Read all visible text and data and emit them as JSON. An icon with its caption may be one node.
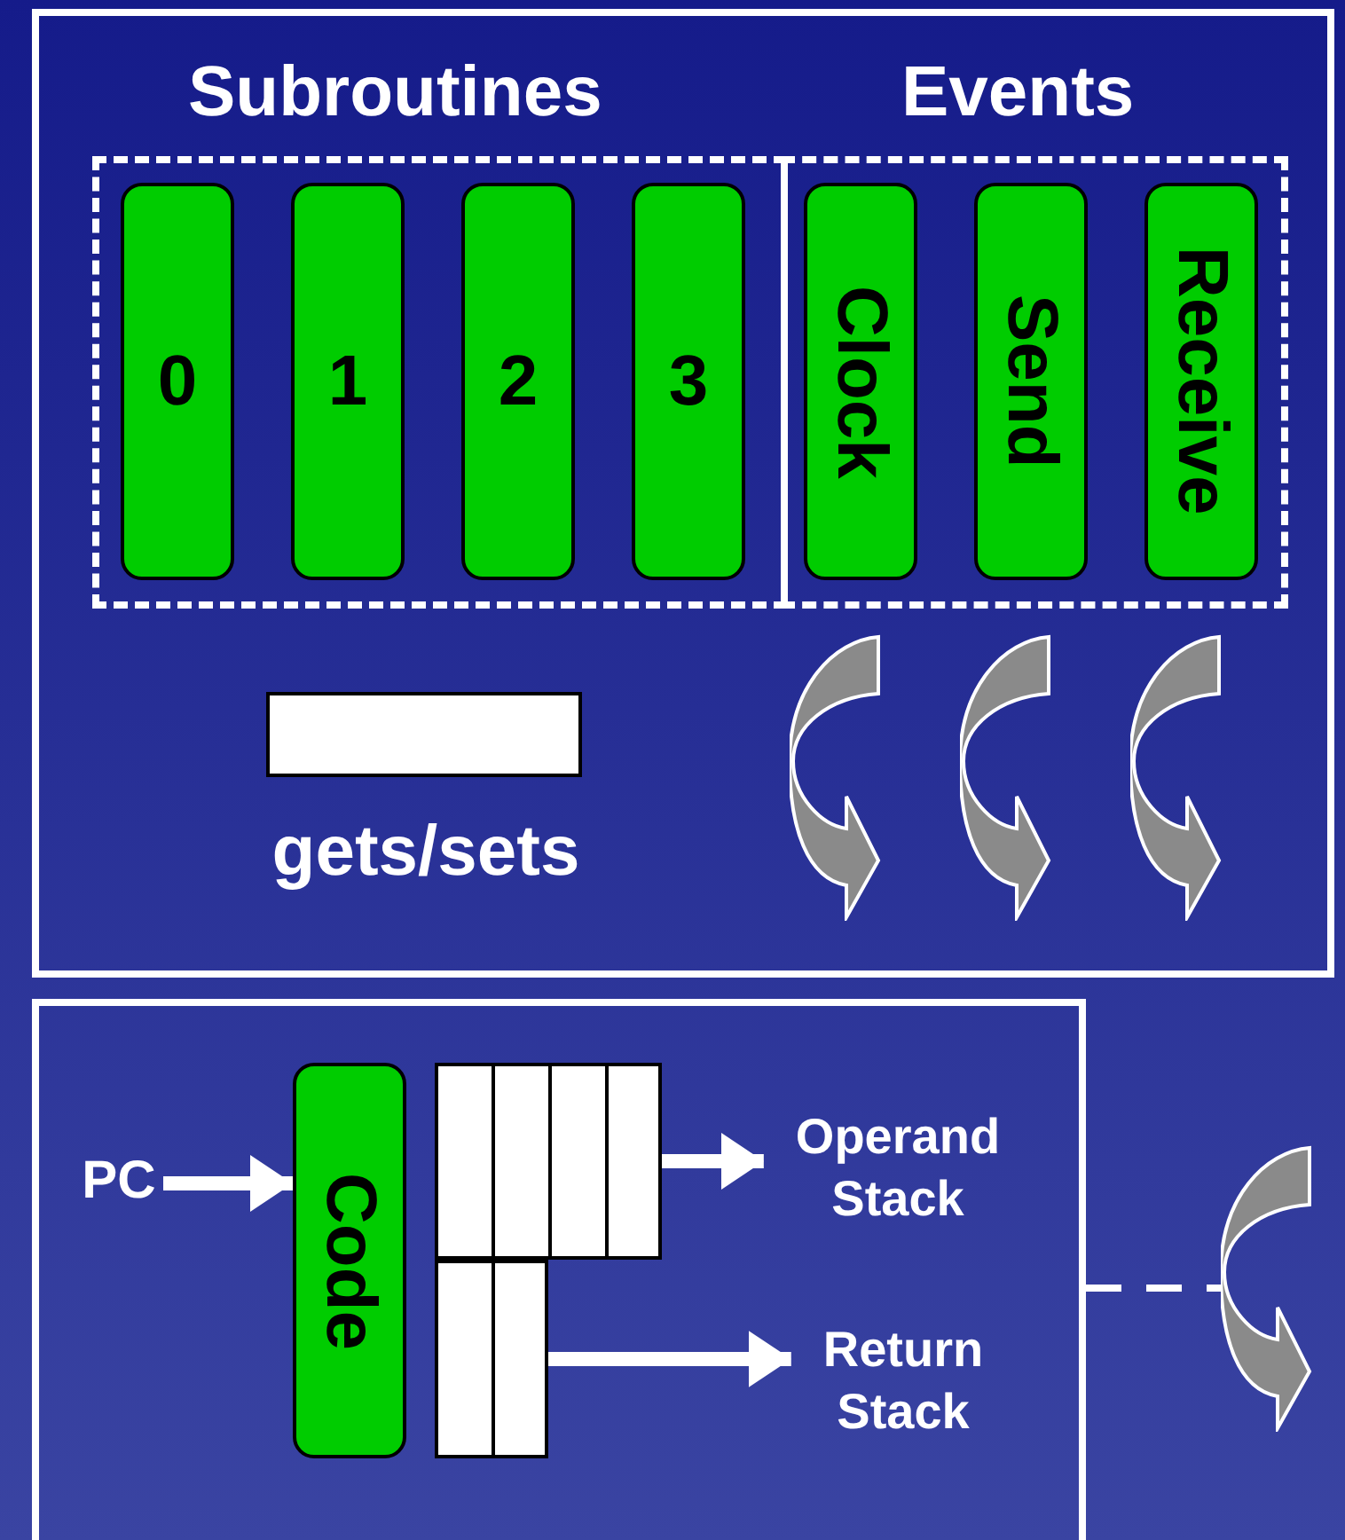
{
  "diagram": {
    "nodes": [
      {
        "text": [],
        "shape": "box"
      },
      {
        "text": [
          "Subroutines"
        ],
        "in": 0
      },
      {
        "text": [
          "Events"
        ],
        "in": 0
      },
      {
        "text": [
          "0"
        ],
        "in": 1
      },
      {
        "text": [
          "1"
        ],
        "in": 1
      },
      {
        "text": [
          "2"
        ],
        "in": 1
      },
      {
        "text": [
          "3"
        ],
        "in": 1
      },
      {
        "text": [
          "Clock"
        ],
        "in": 2
      },
      {
        "text": [
          "Send"
        ],
        "in": 2
      },
      {
        "text": [
          "Receive"
        ],
        "in": 2
      },
      {
        "text": [
          "gets/sets"
        ],
        "in": 0
      },
      {
        "text": [],
        "shape": "box"
      },
      {
        "text": [
          "PC"
        ],
        "in": 11
      },
      {
        "text": [
          "Code"
        ],
        "in": 11
      },
      {
        "text": [],
        "shape": "box",
        "in": 11
      },
      {
        "text": [],
        "shape": "box",
        "in": 11
      },
      {
        "text": [
          "Operand Stack"
        ],
        "in": 11
      },
      {
        "text": [
          "Return Stack"
        ],
        "in": 11
      },
      {
        "text": [],
        "shape": "picture"
      }
    ],
    "edges": [
      {
        "from": 12,
        "to": 13,
        "arrow": "to"
      },
      {
        "from": 14,
        "to": 16,
        "arrow": "to"
      },
      {
        "from": 15,
        "to": 17,
        "arrow": "to"
      },
      {
        "from": 11,
        "to": 18,
        "arrow": "none",
        "style": "dashed"
      }
    ]
  }
}
